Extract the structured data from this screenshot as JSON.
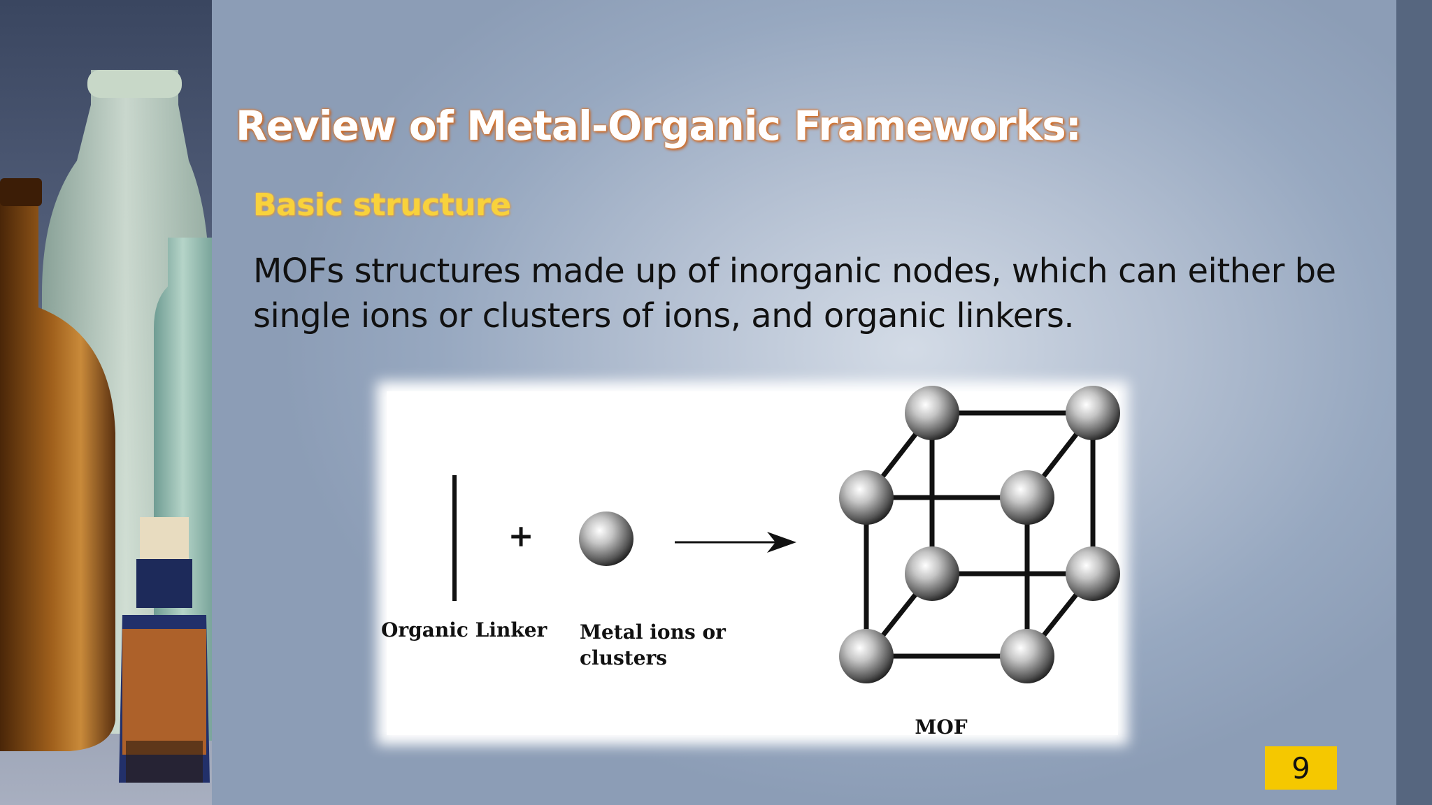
{
  "slide": {
    "title": "Review of Metal-Organic Frameworks:",
    "subtitle": "Basic structure",
    "body": "MOFs structures made up of inorganic nodes, which can either be single ions or clusters of ions, and organic linkers.",
    "page_number": "9"
  },
  "figure": {
    "plus_symbol": "+",
    "label_linker": "Organic Linker",
    "label_metal_line1": "Metal ions or",
    "label_metal_line2": "clusters",
    "label_mof": "MOF"
  },
  "colors": {
    "title_outline": "#e07a2c",
    "subtitle": "#f8d23c",
    "page_badge": "#f5c800",
    "right_bar": "#56667f"
  }
}
